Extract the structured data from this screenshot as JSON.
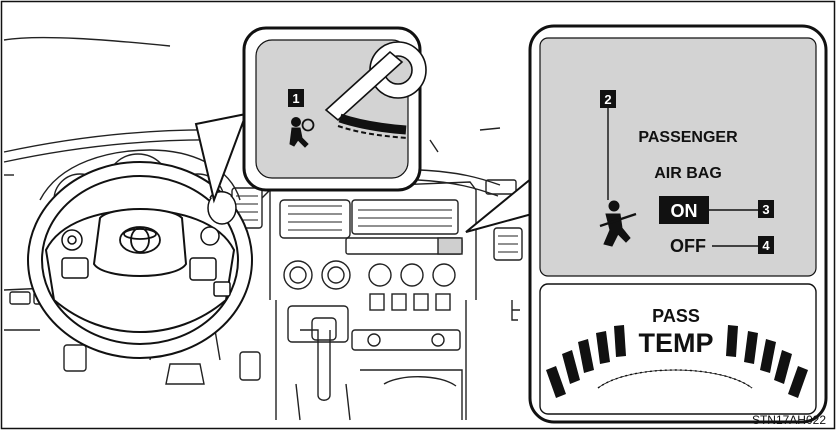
{
  "callouts": {
    "c1": "1",
    "c2": "2",
    "c3": "3",
    "c4": "4"
  },
  "indicator_panel": {
    "line1": "PASSENGER",
    "line2": "AIR BAG",
    "on_label": "ON",
    "off_label": "OFF"
  },
  "gauge": {
    "line1": "PASS",
    "line2": "TEMP"
  },
  "figure_code": "STN17AH022",
  "icons": [
    "airbag-passenger-icon",
    "seatbelt-passenger-icon",
    "toyota-logo-icon"
  ],
  "colors": {
    "panel_gray": "#d3d3d3",
    "ink": "#111111",
    "badge_black": "#111111"
  }
}
